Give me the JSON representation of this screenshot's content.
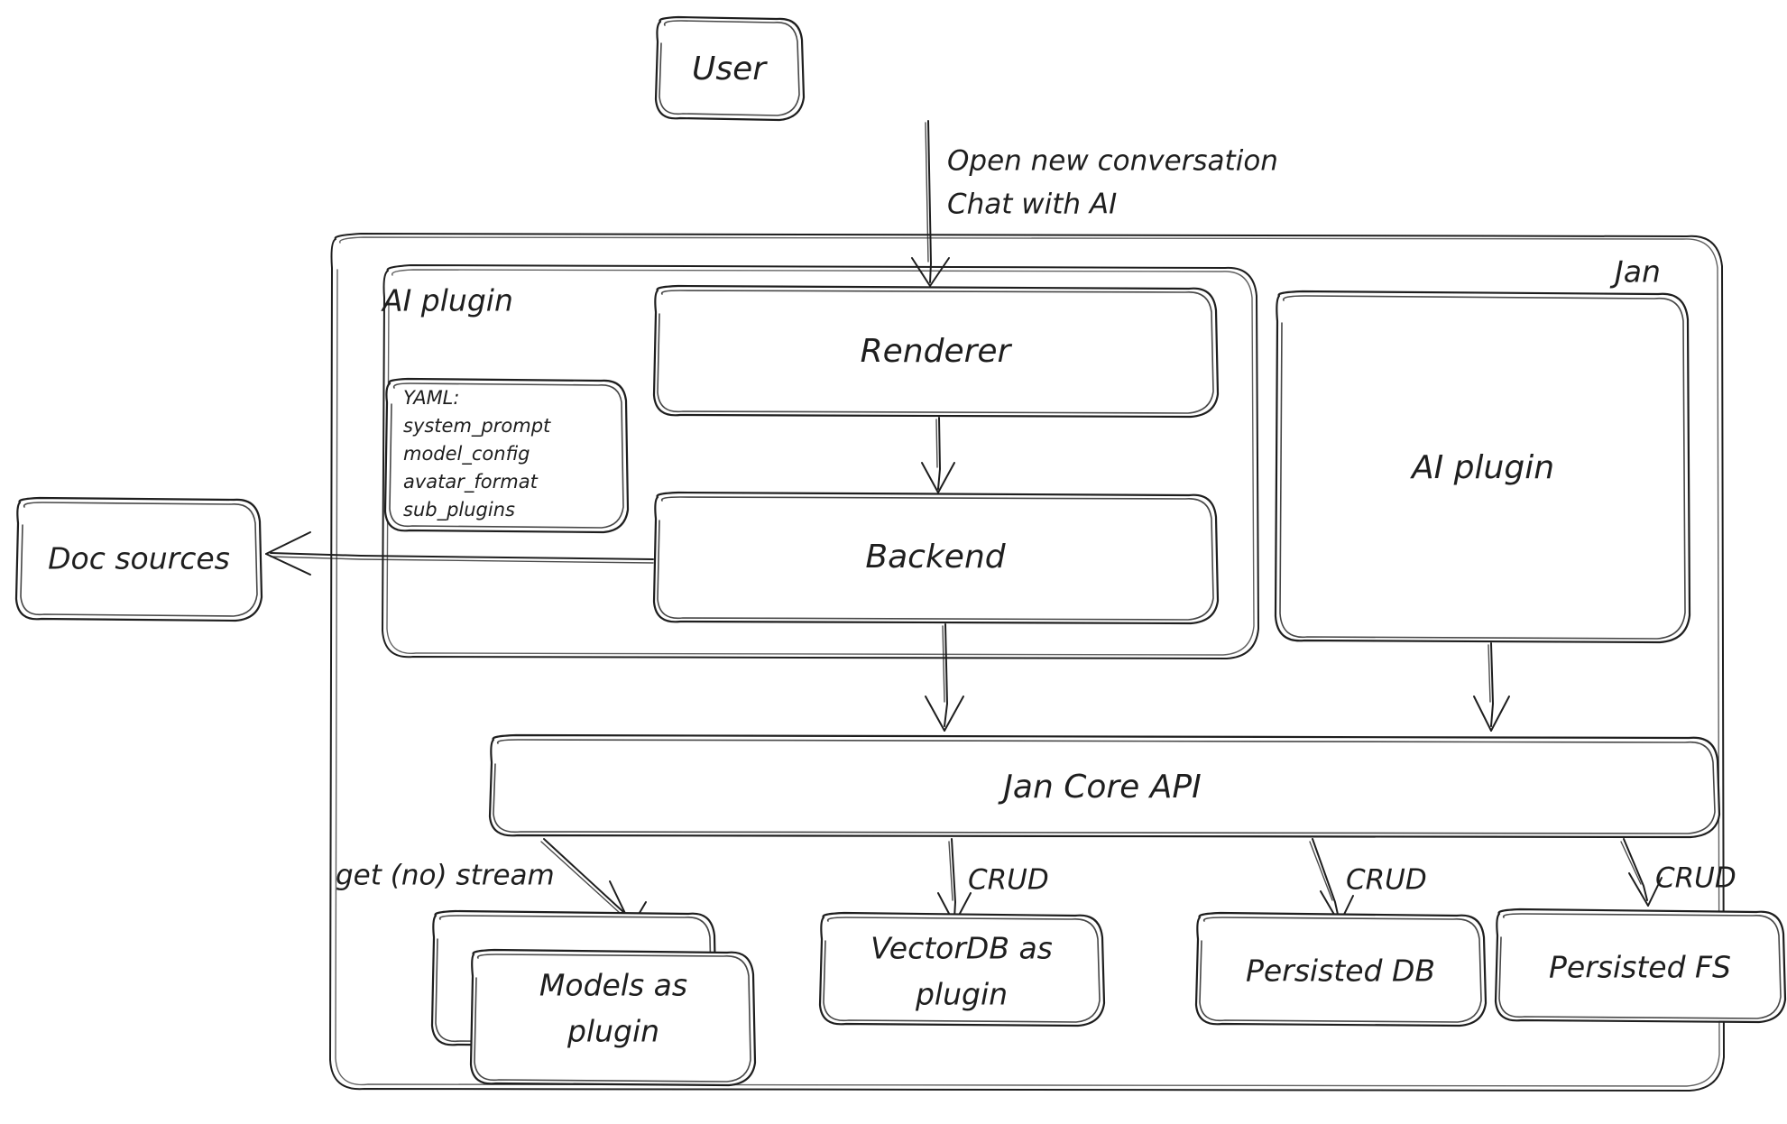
{
  "diagram": {
    "title_label": "Jan",
    "nodes": {
      "user": {
        "label": "User"
      },
      "ai_plugin_group": {
        "label": "AI plugin"
      },
      "yaml_box": {
        "header": "YAML:",
        "lines": [
          "system_prompt",
          "model_config",
          "avatar_format",
          "sub_plugins"
        ]
      },
      "renderer": {
        "label": "Renderer"
      },
      "backend": {
        "label": "Backend"
      },
      "ai_plugin_right": {
        "label": "AI plugin"
      },
      "doc_sources": {
        "label": "Doc sources"
      },
      "jan_core_api": {
        "label": "Jan Core API"
      },
      "models_as_plugin": {
        "line1": "Models as",
        "line2": "plugin"
      },
      "vectordb_as_plugin": {
        "line1": "VectorDB as",
        "line2": "plugin"
      },
      "persisted_db": {
        "label": "Persisted DB"
      },
      "persisted_fs": {
        "label": "Persisted FS"
      }
    },
    "edges": {
      "user_to_renderer": {
        "line1": "Open new conversation",
        "line2": "Chat with AI"
      },
      "core_to_models": {
        "label": "get (no) stream"
      },
      "core_to_vectordb": {
        "label": "CRUD"
      },
      "core_to_persisted_db": {
        "label": "CRUD"
      },
      "core_to_persisted_fs": {
        "label": "CRUD"
      }
    },
    "colors": {
      "stroke": "#1e1e1e",
      "background": "#ffffff",
      "fill": "#ffffff"
    }
  }
}
